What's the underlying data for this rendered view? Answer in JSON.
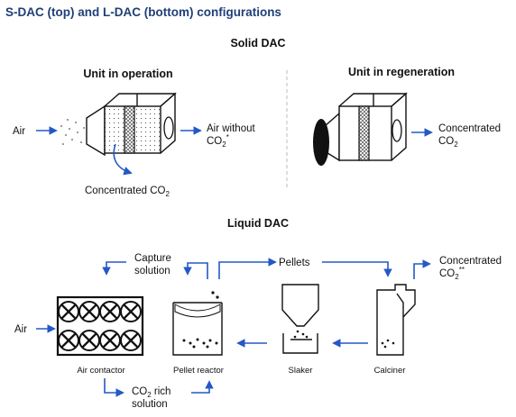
{
  "title": "S-DAC (top) and L-DAC (bottom) configurations",
  "solid": {
    "heading": "Solid DAC",
    "operation": {
      "title": "Unit in operation",
      "input": "Air",
      "output_line1": "Air without",
      "output_line2_main": "CO",
      "output_line2_sub": "2",
      "output_line2_mark": "*",
      "byproduct_main": "Concentrated CO",
      "byproduct_sub": "2"
    },
    "regeneration": {
      "title": "Unit in regeneration",
      "output_line1": "Concentrated",
      "output_line2_main": "CO",
      "output_line2_sub": "2"
    }
  },
  "liquid": {
    "heading": "Liquid DAC",
    "input": "Air",
    "capture_line1": "Capture",
    "capture_line2": "solution",
    "pellets": "Pellets",
    "output_line1": "Concentrated",
    "output_line2_main": "CO",
    "output_line2_sub": "2",
    "output_line2_mark": "**",
    "rich_line1_main": "CO",
    "rich_line1_sub": "2",
    "rich_line1_rest": " rich",
    "rich_line2": "solution",
    "components": [
      "Air contactor",
      "Pellet reactor",
      "Slaker",
      "Calciner"
    ]
  },
  "colors": {
    "title": "#1f3f77",
    "arrow": "#2458c6",
    "line": "#111111"
  }
}
